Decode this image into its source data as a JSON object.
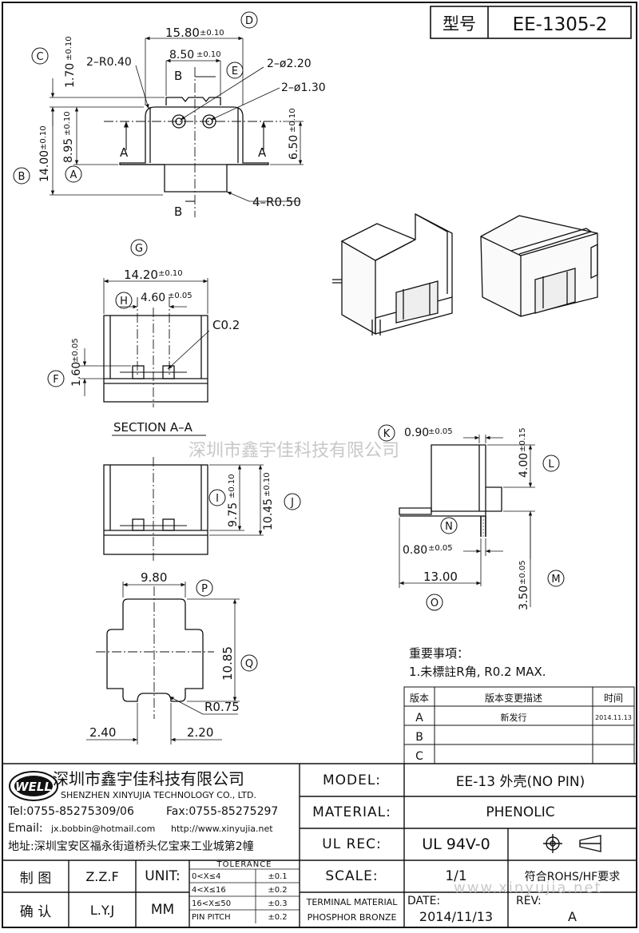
{
  "title_block": {
    "type_label": "型号",
    "part_number": "EE-1305-2"
  },
  "callouts": {
    "A": "A",
    "B": "B",
    "C": "C",
    "D": "D",
    "E": "E",
    "F": "F",
    "G": "G",
    "H": "H",
    "I": "I",
    "J": "J",
    "K": "K",
    "L": "L",
    "M": "M",
    "N": "N",
    "O": "O",
    "P": "P",
    "Q": "Q"
  },
  "top_view": {
    "dim_width_main": "15.80",
    "dim_width_main_tol": "±0.10",
    "dim_tab_width": "8.50",
    "dim_tab_width_tol": "±0.10",
    "dim_tab_height": "1.70",
    "dim_tab_height_tol": "±0.10",
    "dim_total_height": "14.00",
    "dim_total_height_tol": "±0.10",
    "dim_body_height": "8.95",
    "dim_body_height_tol": "±0.10",
    "dim_hole_offset": "6.50",
    "dim_hole_offset_tol": "±0.10",
    "note_r040": "2–R0.40",
    "note_d220": "2–ø2.20",
    "note_d130": "2–ø1.30",
    "note_r050": "4–R0.50",
    "section_a": "A",
    "section_b": "B"
  },
  "section_view": {
    "dim_width": "14.20",
    "dim_width_tol": "±0.10",
    "dim_slot": "4.60",
    "dim_slot_tol": "±0.05",
    "dim_step": "1.60",
    "dim_step_tol": "±0.05",
    "chamfer": "C0.2",
    "title": "SECTION  A–A"
  },
  "front_view": {
    "dim_inner": "9.75",
    "dim_inner_tol": "±0.10",
    "dim_outer": "10.45",
    "dim_outer_tol": "±0.10"
  },
  "side_view": {
    "dim_wall": "0.90",
    "dim_wall_tol": "±0.05",
    "dim_top": "4.00",
    "dim_top_tol": "±0.15",
    "dim_base": "0.80",
    "dim_base_tol": "±0.05",
    "dim_length": "13.00",
    "dim_bottom": "3.50",
    "dim_bottom_tol": "±0.05"
  },
  "bottom_view": {
    "dim_width": "9.80",
    "dim_height": "10.85",
    "dim_radius": "R0.75",
    "dim_left": "2.40",
    "dim_right": "2.20"
  },
  "watermark": "深圳市鑫宇佳科技有限公司",
  "watermark_url": "www.xinyujia.net",
  "notes": {
    "heading": "重要事項：",
    "line1": "1.未標註R角, R0.2 MAX."
  },
  "revision_table": {
    "headers": [
      "版本",
      "版本变更描述",
      "时间"
    ],
    "rows": [
      {
        "rev": "A",
        "desc": "新发行",
        "date": "2014.11.13"
      },
      {
        "rev": "B",
        "desc": "",
        "date": ""
      },
      {
        "rev": "C",
        "desc": "",
        "date": ""
      }
    ]
  },
  "company": {
    "logo_text": "WELL",
    "name_cn": "深圳市鑫宇佳科技有限公司",
    "name_en": "SHENZHEN XINYUJIA TECHNOLOGY CO., LTD.",
    "tel": "Tel:0755-85275309/06",
    "fax": "Fax:0755-85275297",
    "email_label": "Email:",
    "email": "jx.bobbin@hotmail.com",
    "website": "http://www.xinyujia.net",
    "address": "地址:深圳宝安区福永街道桥头亿宝来工业城第2幢"
  },
  "spec": {
    "model_label": "MODEL:",
    "model_value": "EE-13 外壳(NO PIN)",
    "material_label": "MATERIAL:",
    "material_value": "PHENOLIC",
    "ulrec_label": "UL REC:",
    "ulrec_value": "UL 94V-0",
    "scale_label": "SCALE:",
    "scale_value": "1/1",
    "rohs": "符合ROHS/HF要求",
    "terminal_line1": "TERMINAL MATERIAL",
    "terminal_line2": "PHOSPHOR BRONZE",
    "date_label": "DATE:",
    "date_value": "2014/11/13",
    "rev_label": "REV:",
    "rev_value": "A"
  },
  "signoff": {
    "drawn_label": "制 图",
    "drawn_by": "Z.Z.F",
    "checked_label": "确 认",
    "checked_by": "L.Y.J",
    "unit_label": "UNIT:",
    "unit_value": "MM"
  },
  "tolerance": {
    "title": "TOLERANCE",
    "rows": [
      {
        "range": "0<X≤4",
        "tol": "±0.1"
      },
      {
        "range": "4<X≤16",
        "tol": "±0.2"
      },
      {
        "range": "16<X≤50",
        "tol": "±0.3"
      },
      {
        "range": "PIN PITCH",
        "tol": "±0.2"
      }
    ]
  }
}
